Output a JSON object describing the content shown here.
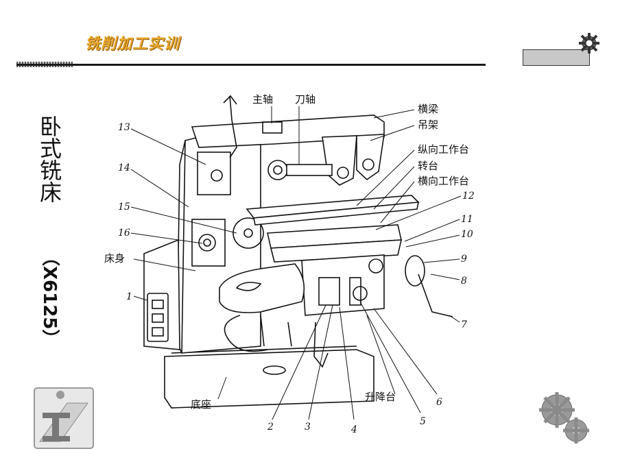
{
  "header": {
    "title": "铣削加工实训"
  },
  "side": {
    "title": "卧式铣床",
    "model": "（X6125）"
  },
  "diagram": {
    "labels": {
      "spindle": "主轴",
      "arbor": "刀轴",
      "overarm": "横梁",
      "hanger": "吊架",
      "longitudinal_table": "纵向工作台",
      "swivel_table": "转台",
      "cross_table": "横向工作台",
      "column": "床身",
      "base": "底座",
      "knee": "升降台"
    },
    "numbers": [
      "1",
      "2",
      "3",
      "4",
      "5",
      "6",
      "7",
      "8",
      "9",
      "10",
      "11",
      "12",
      "13",
      "14",
      "15",
      "16"
    ]
  },
  "colors": {
    "title": "#e8a62a",
    "line": "#111111"
  }
}
